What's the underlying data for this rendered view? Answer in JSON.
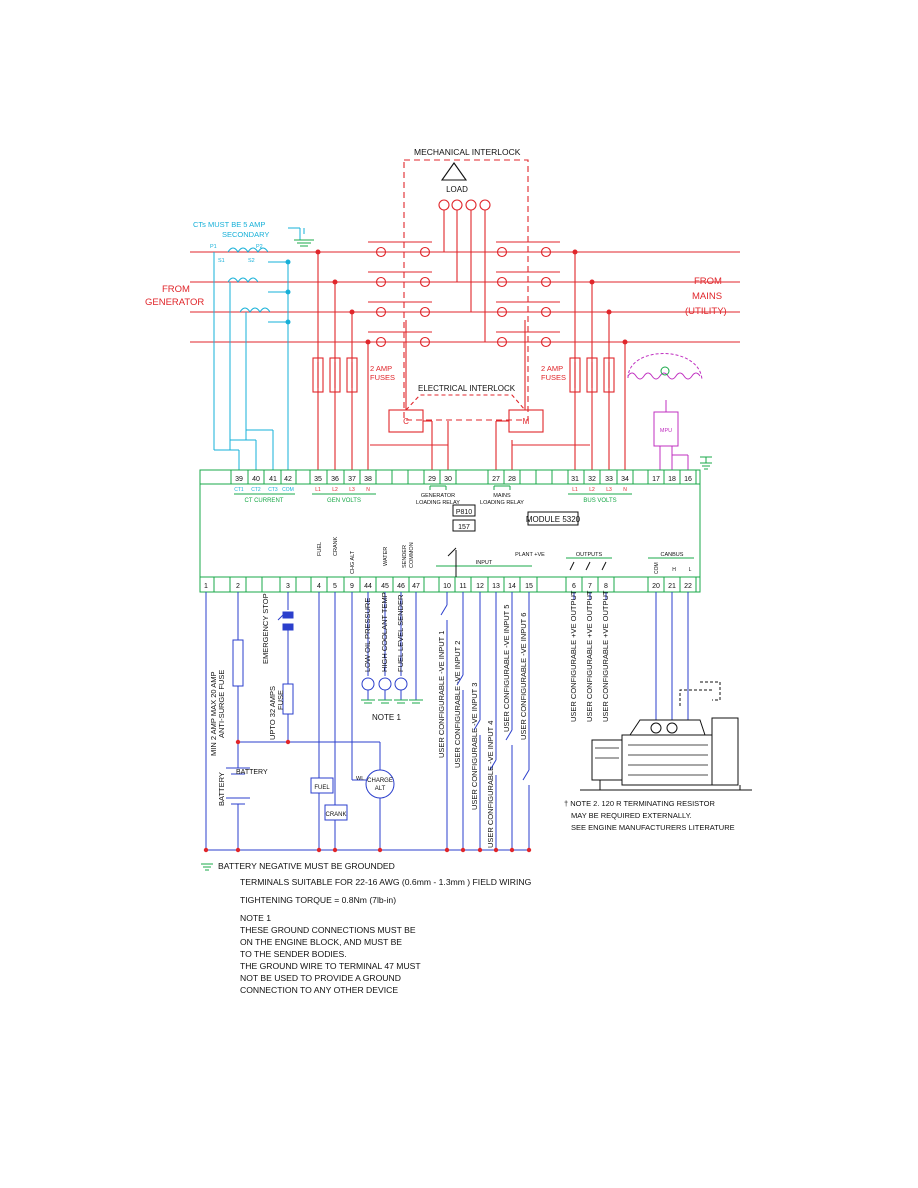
{
  "labels": {
    "mechanical_interlock": "MECHANICAL INTERLOCK",
    "load": "LOAD",
    "cts_note_1": "CTs MUST BE 5 AMP",
    "cts_note_2": "SECONDARY",
    "p1": "P1",
    "p2": "P2",
    "s1": "S1",
    "s2": "S2",
    "from_generator_1": "FROM",
    "from_generator_2": "GENERATOR",
    "from_mains_1": "FROM",
    "from_mains_2": "MAINS",
    "from_mains_3": "(UTILITY)",
    "fuses_gen_1": "2 AMP",
    "fuses_gen_2": "FUSES",
    "fuses_bus_1": "2 AMP",
    "fuses_bus_2": "FUSES",
    "electrical_interlock": "ELECTRICAL INTERLOCK",
    "contactor_c": "C",
    "contactor_m": "M",
    "mpu": "MPU",
    "module": "MODULE 5320",
    "p810": "P810",
    "p157": "157",
    "ct_current": "CT CURRENT",
    "gen_volts": "GEN VOLTS",
    "generator_loading_relay_1": "GENERATOR",
    "generator_loading_relay_2": "LOADING RELAY",
    "mains_loading_relay_1": "MAINS",
    "mains_loading_relay_2": "LOADING RELAY",
    "bus_volts": "BUS VOLTS",
    "input": "INPUT",
    "plant_ve": "PLANT +VE",
    "outputs": "OUTPUTS",
    "canbus": "CANBUS",
    "fuel_top": "FUEL",
    "crank_top": "CRANK",
    "chg_alt_top": "CHG ALT",
    "water_top": "WATER",
    "sender_common_1": "SENDER",
    "sender_common_2": "COMMON",
    "com": "COM",
    "h_mark": "H",
    "l_mark": "L",
    "emergency_stop": "EMERGENCY STOP",
    "fuse_32_1": "UPTO 32 AMPS",
    "fuse_32_2": "FUSE",
    "fuse_20_1": "MIN 2 AMP MAX 20 AMP",
    "fuse_20_2": "ANTI-SURGE FUSE",
    "battery": "BATTERY",
    "fuel_box": "FUEL",
    "crank_box": "CRANK",
    "charge_alt_1": "CHARGE",
    "charge_alt_2": "ALT",
    "wl": "WL",
    "low_oil_pressure": "LOW OIL PRESSURE",
    "high_coolant_temp": "HIGH COOLANT TEMP",
    "fuel_level_sender": "FUEL LEVEL SENDER",
    "note1_tag": "NOTE 1",
    "in1": "USER CONFIGURABLE -VE INPUT 1",
    "in2": "USER CONFIGURABLE -VE INPUT 2",
    "in3": "USER CONFIGURABLE -VE INPUT 3",
    "in4": "USER CONFIGURABLE -VE INPUT 4",
    "in5": "USER CONFIGURABLE -VE INPUT 5",
    "in6": "USER CONFIGURABLE -VE INPUT 6",
    "out1": "USER CONFIGURABLE +VE OUTPUT",
    "out2": "USER CONFIGURABLE +VE OUTPUT",
    "out3": "USER CONFIGURABLE +VE OUTPUT",
    "note2_1": "† NOTE 2. 120 R TERMINATING RESISTOR",
    "note2_2": "MAY BE REQUIRED EXTERNALLY.",
    "note2_3": "SEE ENGINE MANUFACTURERS LITERATURE",
    "battery_negative": "BATTERY NEGATIVE MUST BE GROUNDED"
  },
  "top_terminals": [
    "39",
    "40",
    "41",
    "42",
    "35",
    "36",
    "37",
    "38",
    "29",
    "30",
    "27",
    "28",
    "31",
    "32",
    "33",
    "34",
    "17",
    "18",
    "16"
  ],
  "top_sublabels": [
    "CT1",
    "CT2",
    "CT3",
    "COM",
    "L1",
    "L2",
    "L3",
    "N",
    "L1",
    "L2",
    "L3",
    "N"
  ],
  "bottom_terminals": [
    "1",
    "2",
    "3",
    "4",
    "5",
    "9",
    "44",
    "45",
    "46",
    "47",
    "10",
    "11",
    "12",
    "13",
    "14",
    "15",
    "6",
    "7",
    "8",
    "20",
    "21",
    "22"
  ],
  "notes": [
    "TERMINALS SUITABLE FOR 22-16 AWG (0.6mm - 1.3mm ) FIELD WIRING",
    "TIGHTENING TORQUE = 0.8Nm (7lb-in)",
    "NOTE 1",
    "THESE GROUND CONNECTIONS MUST BE",
    "ON THE ENGINE BLOCK, AND MUST BE",
    "TO THE SENDER BODIES.",
    "THE GROUND WIRE TO TERMINAL 47 MUST",
    "NOT BE USED TO PROVIDE A GROUND",
    "CONNECTION TO ANY OTHER DEVICE"
  ],
  "colors": {
    "red": "#e0262b",
    "green": "#18a848",
    "cyan": "#16b0d8",
    "blue": "#2b3fcc",
    "magenta": "#c030c0",
    "black": "#111111"
  }
}
